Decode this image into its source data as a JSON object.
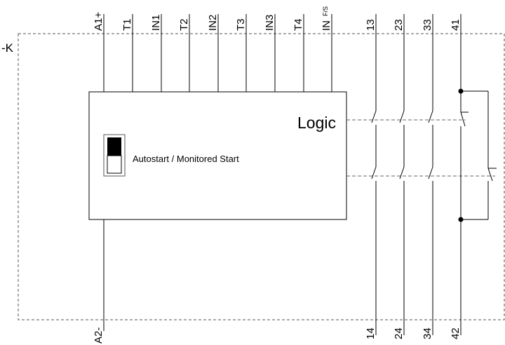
{
  "device": {
    "tag": "-K",
    "logic_label": "Logic",
    "start_mode_label": "Autostart / Monitored Start"
  },
  "terminals_top": [
    {
      "label": "A1+"
    },
    {
      "label": "T1"
    },
    {
      "label": "IN1"
    },
    {
      "label": "T2"
    },
    {
      "label": "IN2"
    },
    {
      "label": "T3"
    },
    {
      "label": "IN3"
    },
    {
      "label": "T4"
    },
    {
      "label": "IN",
      "sub": "F/S"
    },
    {
      "label": "13"
    },
    {
      "label": "23"
    },
    {
      "label": "33"
    },
    {
      "label": "41"
    }
  ],
  "terminals_bottom": [
    {
      "label": "A2-"
    },
    {
      "label": "14"
    },
    {
      "label": "24"
    },
    {
      "label": "34"
    },
    {
      "label": "42"
    }
  ]
}
